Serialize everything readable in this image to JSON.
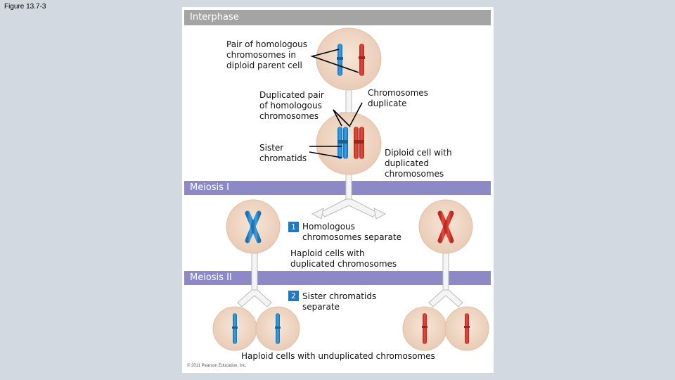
{
  "figure_label": "Figure 13.7-3",
  "bars": {
    "interphase": "Interphase",
    "meiosis1": "Meiosis I",
    "meiosis2": "Meiosis II"
  },
  "labels": {
    "pair": "Pair of homologous\nchromosomes in\ndiploid parent cell",
    "duplicated_pair": "Duplicated pair\nof homologous\nchromosomes",
    "chrom_dup": "Chromosomes\nduplicate",
    "sister": "Sister\nchromatids",
    "diploid_cell": "Diploid cell with\nduplicated\nchromosomes",
    "step1_num": "1",
    "step1": "Homologous\nchromosomes separate",
    "haploid_dup": "Haploid cells with\nduplicated chromosomes",
    "step2_num": "2",
    "step2": "Sister chromatids\nseparate",
    "haploid_undup": "Haploid cells with unduplicated chromosomes"
  },
  "copyright": "© 2011 Pearson Education, Inc.",
  "colors": {
    "blue_chromosome": "#2a8fd6",
    "red_chromosome": "#e0382e",
    "cell_fill": "#f2dccb",
    "meiosis_bar": "#8c89c4",
    "interphase_bar": "#a4a4a4"
  }
}
